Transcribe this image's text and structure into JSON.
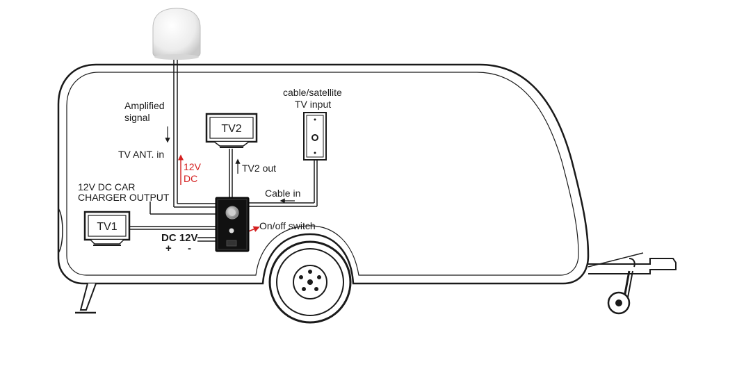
{
  "labels": {
    "amplified_line1": "Amplified",
    "amplified_line2": "signal",
    "tv_ant_in": "TV ANT. in",
    "dc12_line1": "12V",
    "dc12_line2": "DC",
    "charger_line1": "12V DC CAR",
    "charger_line2": "CHARGER OUTPUT",
    "tv2_out": "TV2 out",
    "cable_satellite_line1": "cable/satellite",
    "cable_satellite_line2": "TV input",
    "cable_in": "Cable in",
    "on_off_switch": "On/off switch",
    "dc_12v": "DC 12V",
    "plus": "+",
    "minus": "-"
  },
  "tvs": {
    "tv1": "TV1",
    "tv2": "TV2"
  },
  "colors": {
    "line": "#1a1a1a",
    "accent_red": "#d42020",
    "box": "#111111"
  }
}
